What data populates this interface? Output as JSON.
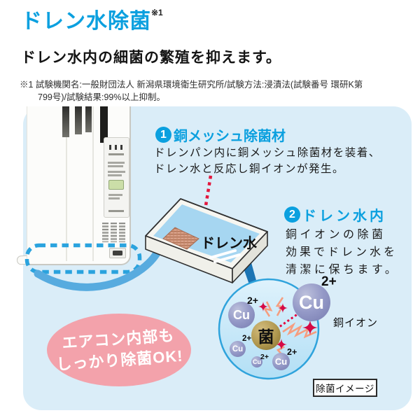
{
  "header": {
    "title": "ドレン水除菌",
    "title_note": "※1",
    "subtitle": "ドレン水内の細菌の繁殖を抑えます。",
    "footnote_line1": "※1 試験機関名:一般財団法人 新潟県環境衛生研究所/試験方法:浸漬法(試験番号 環研K第",
    "footnote_line2": "799号)/試験結果:99%以上抑制。"
  },
  "steps": {
    "step1": {
      "num": "1",
      "heading": "銅メッシュ除菌材",
      "line1": "ドレンパン内に銅メッシュ除菌材を装着、",
      "line2": "ドレン水と反応し銅イオンが発生。"
    },
    "step2": {
      "num": "2",
      "heading": "ドレン水内",
      "line1": "銅イオンの除菌",
      "line2": "効果でドレン水を",
      "line3": "清潔に保ちます。"
    }
  },
  "pan": {
    "water_label": "ドレン水"
  },
  "ion_diagram": {
    "copper_ion_label": "銅イオン",
    "caption": "除菌イメージ",
    "bacteria_label": "菌",
    "ions": [
      {
        "label": "Cu",
        "charge": "2+"
      },
      {
        "label": "Cu",
        "charge": "2+"
      },
      {
        "label": "Cu",
        "charge": "2+"
      },
      {
        "label": "Cu",
        "charge": "2+"
      },
      {
        "label": "Cu",
        "charge": "2+"
      }
    ]
  },
  "bubble": {
    "line1": "エアコン内部も",
    "line2": "しっかり除菌OK!"
  },
  "colors": {
    "accent_blue": "#0BA0DF",
    "canvas_blue": "#DAEDF8",
    "water_blue": "#A6D6F1",
    "arrow_blue": "#57ABDF",
    "pointer_blue": "#1B74B4",
    "dotted_red": "#E3173D",
    "sparkle_red": "#D50A45",
    "zigzag_orange": "#F59E80",
    "bubble_pink": "#F3A2AB",
    "ion_purple": "#9499C7",
    "bacteria_gold": "#B0984F"
  }
}
